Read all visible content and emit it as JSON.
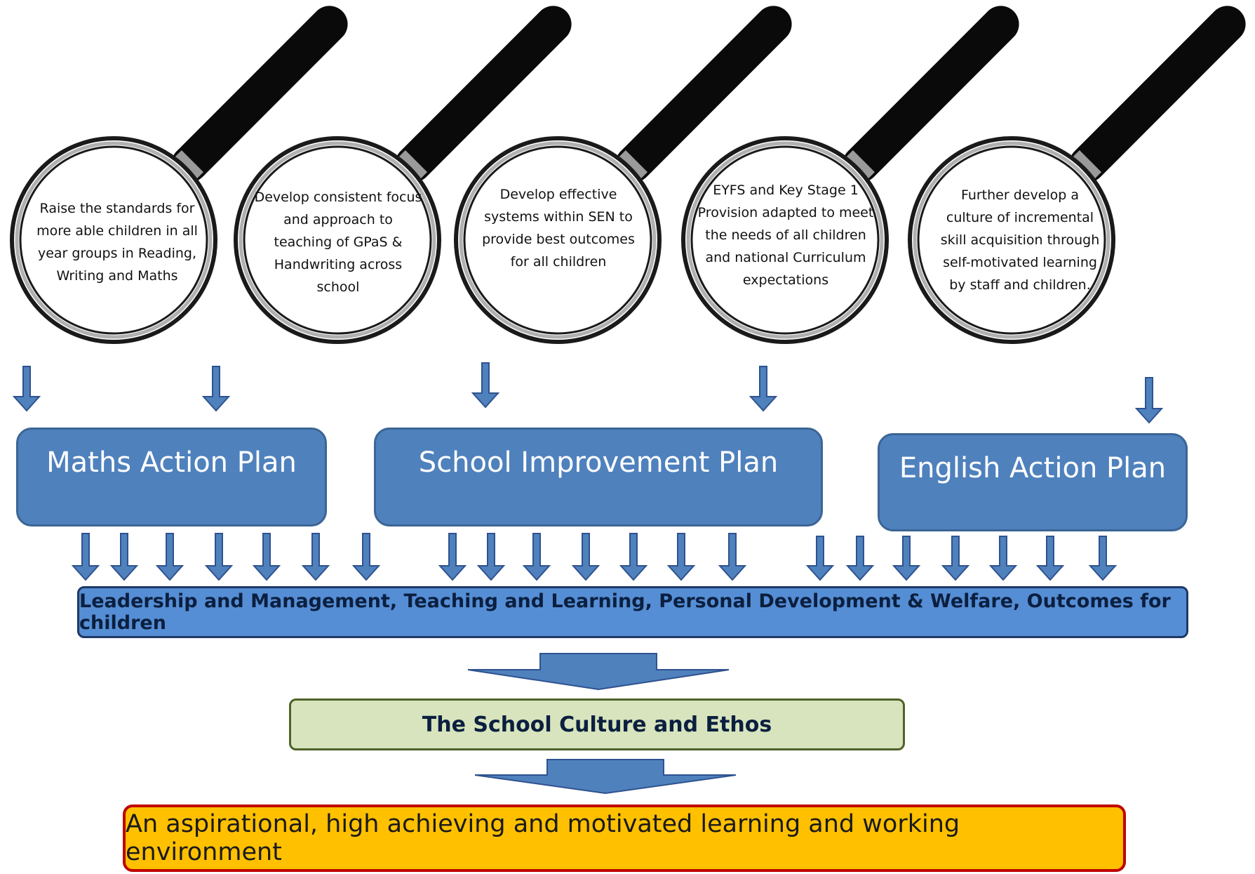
{
  "priorities": [
    {
      "text": "Raise the standards for more able children in all year groups in Reading, Writing and Maths"
    },
    {
      "text": "Develop consistent focus and approach to teaching of GPaS & Handwriting across school"
    },
    {
      "text": "Develop effective systems within SEN to provide best outcomes for all children"
    },
    {
      "text": "EYFS and Key Stage 1 Provision adapted to meet the needs of all children and national Curriculum expectations"
    },
    {
      "text": "Further develop a culture of incremental skill acquisition through self-motivated learning by staff and children."
    }
  ],
  "plans": {
    "maths": "Maths Action Plan",
    "school": "School Improvement Plan",
    "english": "English Action Plan"
  },
  "areas": "Leadership and Management, Teaching and Learning, Personal Development & Welfare, Outcomes for children",
  "culture": "The School Culture and Ethos",
  "vision": "An aspirational, high achieving and motivated learning and working environment",
  "colors": {
    "plan_fill": "#4f81bd",
    "areas_fill": "#558ed5",
    "culture_fill": "#d7e4bd",
    "vision_fill": "#ffc000",
    "vision_border": "#c00000"
  }
}
